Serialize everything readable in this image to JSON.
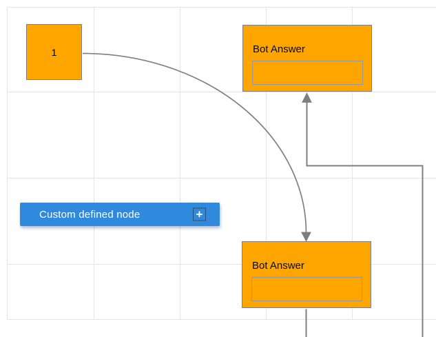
{
  "diagram": {
    "canvas": {
      "grid_color": "#e4e4e4",
      "background": "#ffffff"
    },
    "colors": {
      "node_fill": "#ffa500",
      "node_border": "#808080",
      "connector": "#7f7f7f",
      "button_background": "#2f89dc",
      "button_text": "#ffffff"
    },
    "nodes": {
      "start_node": {
        "label": "1"
      },
      "bot_answer_top": {
        "title": "Bot Answer",
        "input_value": ""
      },
      "bot_answer_bottom": {
        "title": "Bot Answer",
        "input_value": ""
      }
    },
    "palette_button": {
      "label": "Custom defined node",
      "plus_icon": "+"
    }
  }
}
